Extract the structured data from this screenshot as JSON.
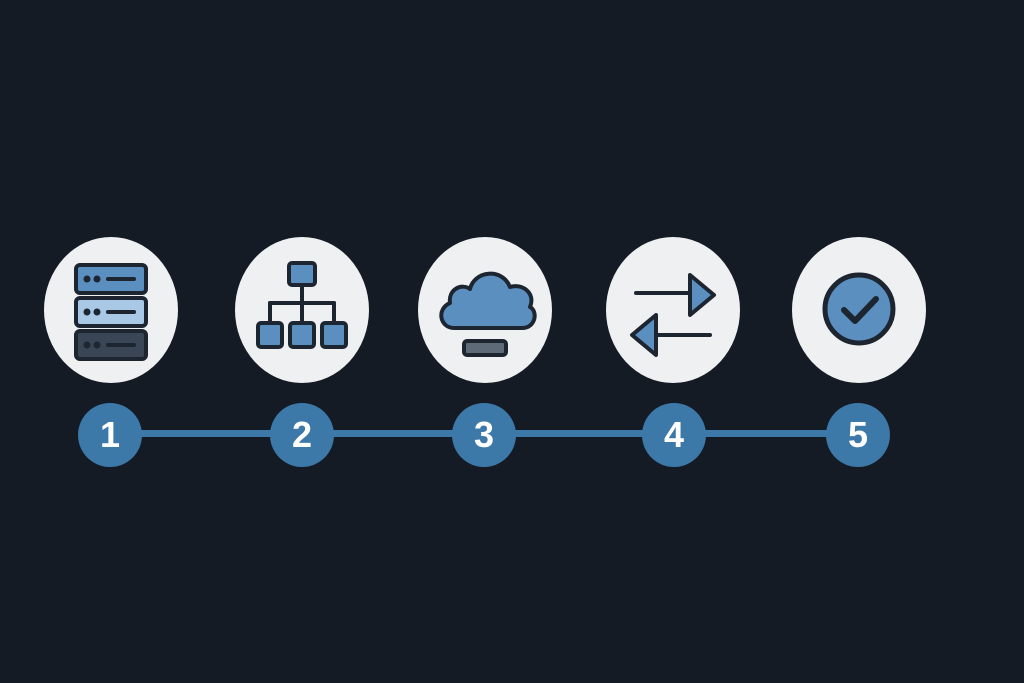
{
  "colors": {
    "background": "#141b24",
    "icon_circle": "#eff0f2",
    "accent": "#3c78a8",
    "icon_stroke": "#1d2530",
    "badge_text": "#ffffff"
  },
  "steps": [
    {
      "number": "1",
      "icon": "server-rack-icon"
    },
    {
      "number": "2",
      "icon": "hierarchy-network-icon"
    },
    {
      "number": "3",
      "icon": "cloud-icon"
    },
    {
      "number": "4",
      "icon": "transfer-arrows-icon"
    },
    {
      "number": "5",
      "icon": "check-circle-icon"
    }
  ]
}
